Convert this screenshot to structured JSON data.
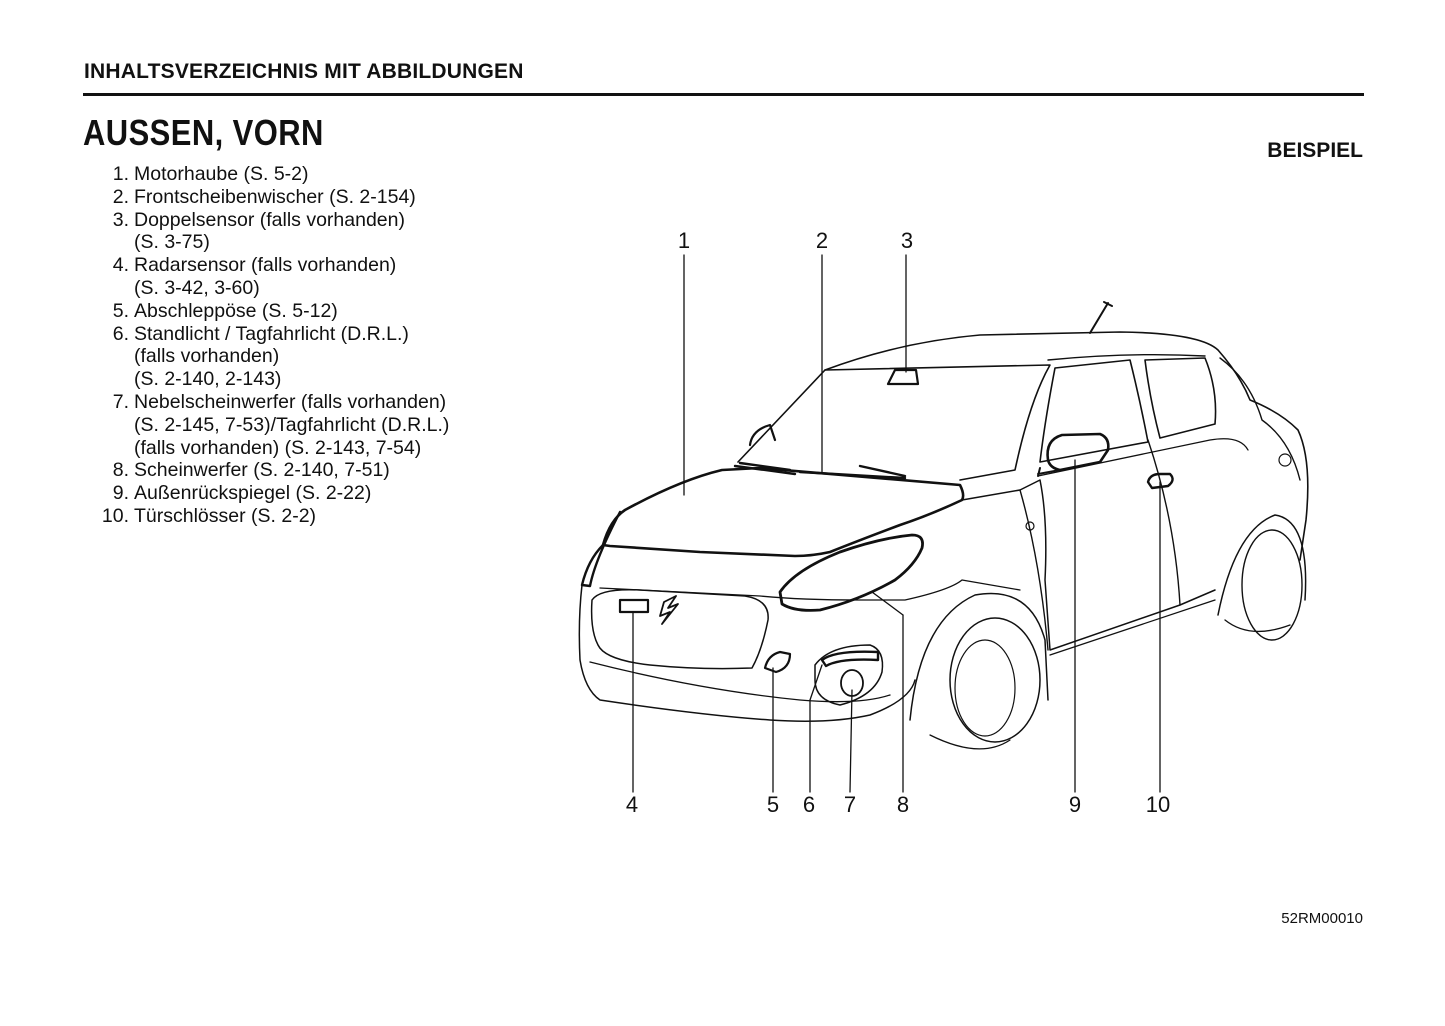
{
  "header": {
    "title": "INHALTSVERZEICHNIS MIT ABBILDUNGEN"
  },
  "section": {
    "title": "AUSSEN, VORN",
    "example_label": "BEISPIEL"
  },
  "items": [
    {
      "number": "1.",
      "text": "Motorhaube (S. 5-2)"
    },
    {
      "number": "2.",
      "text": "Frontscheibenwischer (S. 2-154)"
    },
    {
      "number": "3.",
      "text": "Doppelsensor (falls vorhanden)\n(S. 3-75)"
    },
    {
      "number": "4.",
      "text": "Radarsensor (falls vorhanden)\n(S. 3-42, 3-60)"
    },
    {
      "number": "5.",
      "text": "Abschleppöse (S. 5-12)"
    },
    {
      "number": "6.",
      "text": "Standlicht / Tagfahrlicht (D.R.L.)\n(falls vorhanden)\n(S. 2-140, 2-143)"
    },
    {
      "number": "7.",
      "text": "Nebelscheinwerfer (falls vorhanden)\n(S. 2-145, 7-53)/Tagfahrlicht (D.R.L.)\n(falls vorhanden) (S. 2-143, 7-54)"
    },
    {
      "number": "8.",
      "text": "Scheinwerfer (S. 2-140, 7-51)"
    },
    {
      "number": "9.",
      "text": "Außenrückspiegel (S. 2-22)"
    },
    {
      "number": "10.",
      "text": "Türschlösser (S. 2-2)"
    }
  ],
  "figure": {
    "callouts": {
      "c1": "1",
      "c2": "2",
      "c3": "3",
      "c4": "4",
      "c5": "5",
      "c6": "6",
      "c7": "7",
      "c8": "8",
      "c9": "9",
      "c10": "10"
    },
    "code": "52RM00010"
  }
}
